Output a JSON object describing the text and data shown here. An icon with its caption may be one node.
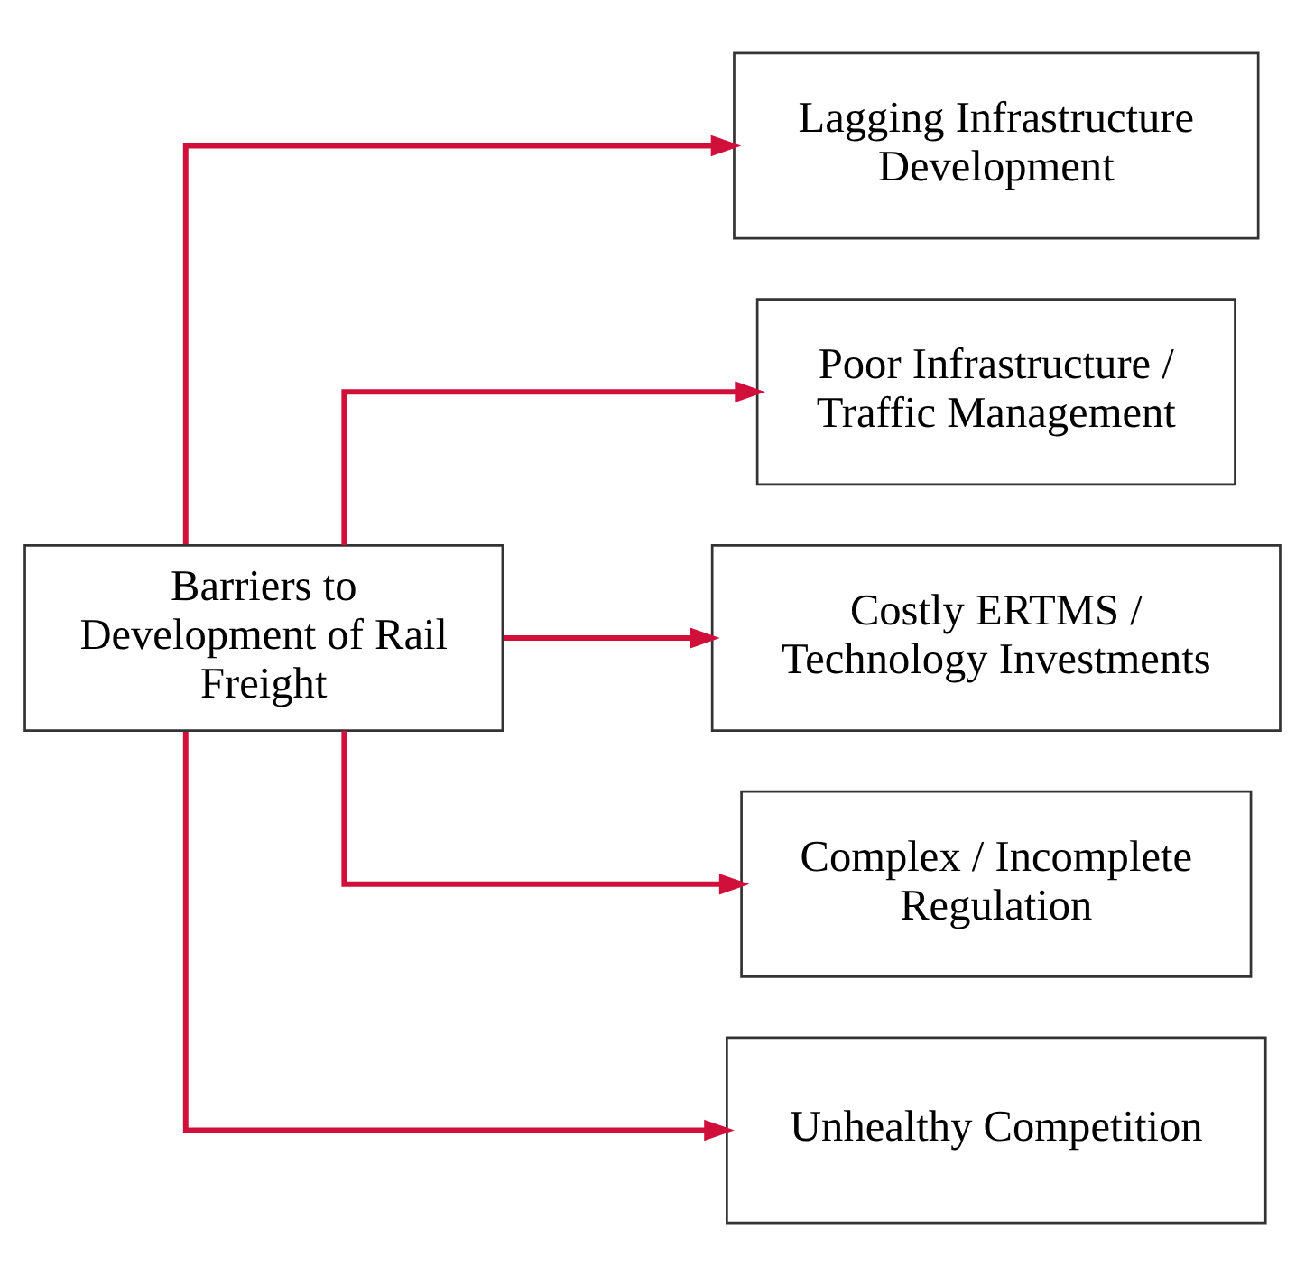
{
  "diagram": {
    "nodes": [
      {
        "text": [
          "Barriers to Development of Rail Freight"
        ]
      },
      {
        "text": [
          "Lagging Infrastructure Development"
        ]
      },
      {
        "text": [
          "Poor Infrastructure / Traffic Management"
        ]
      },
      {
        "text": [
          "Costly ERTMS / Technology Investments"
        ]
      },
      {
        "text": [
          "Complex / Incomplete Regulation"
        ]
      },
      {
        "text": [
          "Unhealthy Competition"
        ]
      }
    ],
    "edges": [
      {
        "from": 0,
        "to": 1,
        "arrow": "to"
      },
      {
        "from": 0,
        "to": 2,
        "arrow": "to"
      },
      {
        "from": 0,
        "to": 3,
        "arrow": "to"
      },
      {
        "from": 0,
        "to": 4,
        "arrow": "to"
      },
      {
        "from": 0,
        "to": 5,
        "arrow": "to"
      }
    ]
  }
}
